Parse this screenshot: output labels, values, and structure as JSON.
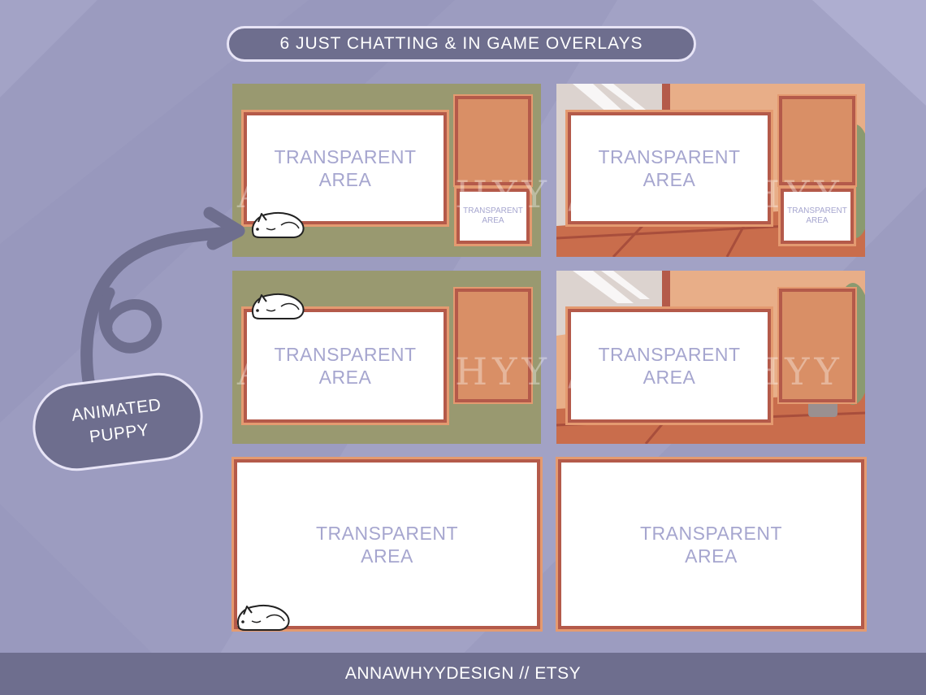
{
  "header": {
    "title": "6 JUST CHATTING & IN GAME OVERLAYS"
  },
  "callout": {
    "line1": "ANIMATED",
    "line2": "PUPPY"
  },
  "overlays": {
    "transparent_line1": "TRANSPARENT",
    "transparent_line2": "AREA"
  },
  "watermark": {
    "text_a": "A",
    "text_b": "HYY //",
    "text_c": "HYY"
  },
  "footer": {
    "text": "ANNAWHYYDESIGN // ETSY"
  },
  "colors": {
    "background": "#9c9cc0",
    "pill": "#6e6e8e",
    "frame_border": "#b45a4a",
    "frame_fill": "#ffffff",
    "transparent_text": "#a6a6cf",
    "green_panel": "#999970",
    "orange_panel": "#e09f78",
    "box_fill": "#d98f66"
  },
  "icons": [
    "sleeping-puppy-icon",
    "curved-arrow-icon"
  ]
}
